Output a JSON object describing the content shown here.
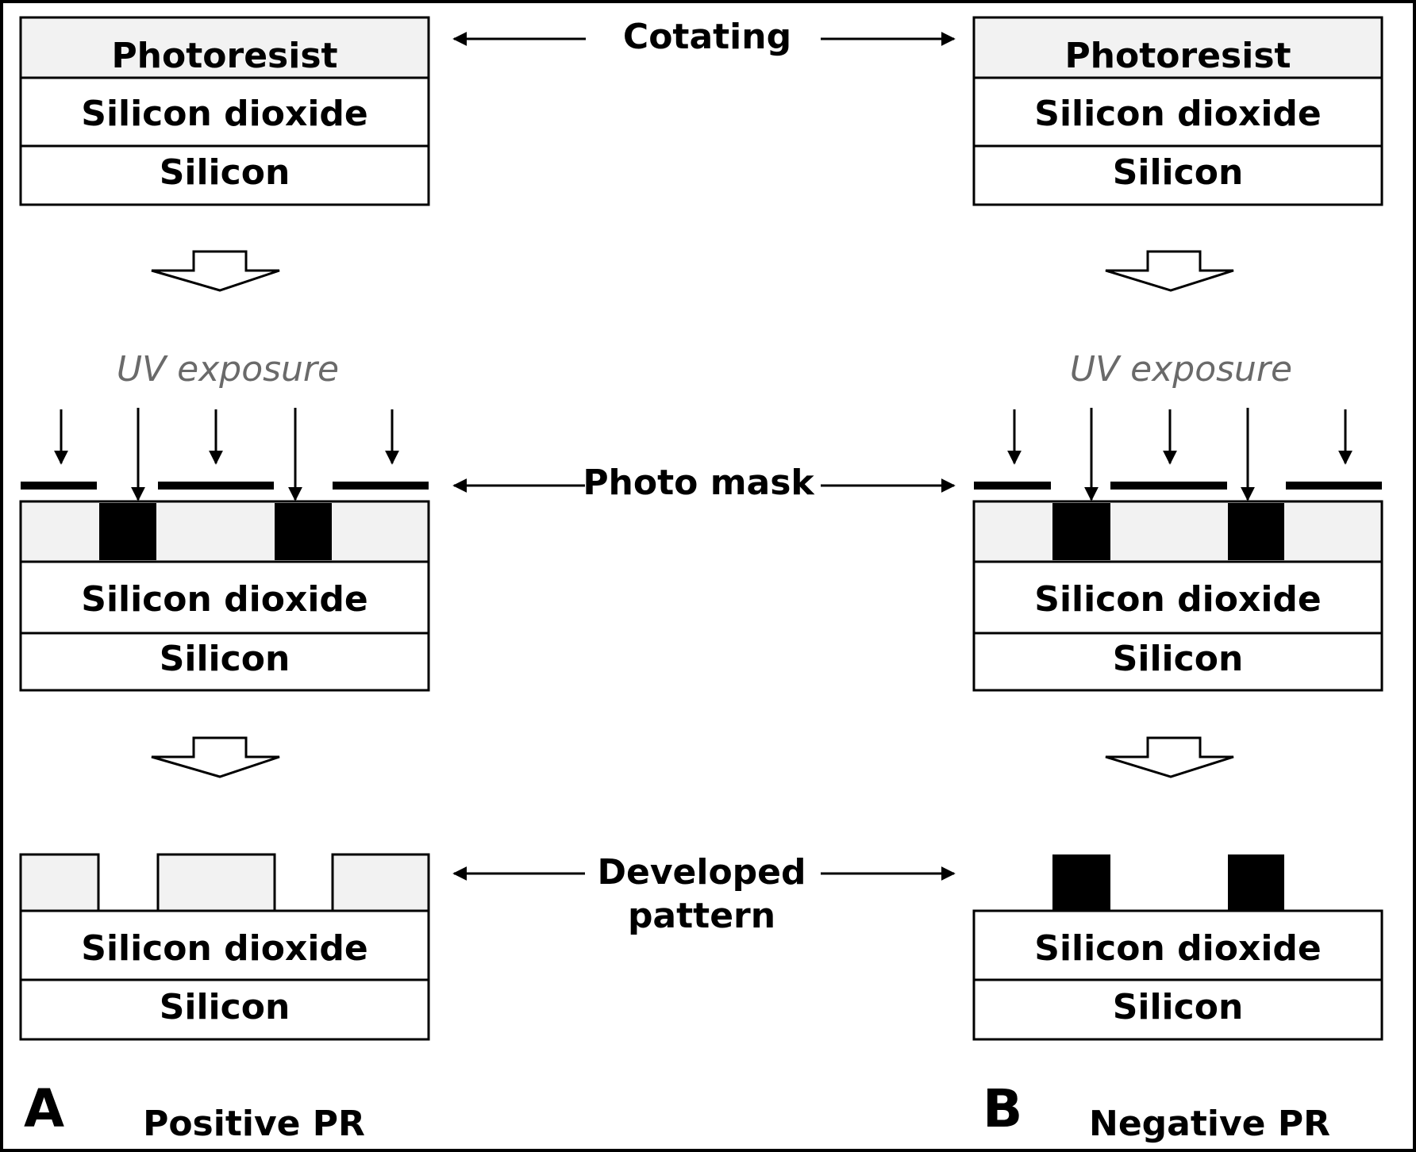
{
  "labels": {
    "photoresist": "Photoresist",
    "silicon_dioxide": "Silicon dioxide",
    "silicon": "Silicon",
    "uv_exposure": "UV exposure"
  },
  "center_labels": {
    "coating": "Cotating",
    "photo_mask": "Photo mask",
    "developed_line1": "Developed",
    "developed_line2": "pattern"
  },
  "panels": {
    "a_letter": "A",
    "a_caption": "Positive PR",
    "b_letter": "B",
    "b_caption": "Negative PR"
  },
  "colors": {
    "photoresist_fill": "#f2f2f2",
    "exposed_fill": "#000000",
    "outline": "#000000",
    "uv_text": "#6a6a6a"
  }
}
